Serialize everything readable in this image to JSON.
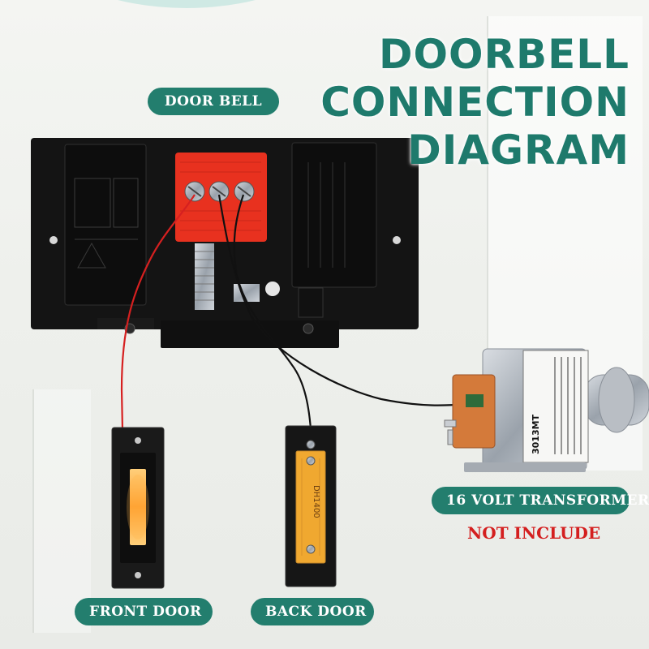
{
  "title": {
    "lines": [
      "DOORBELL",
      "CONNECTION",
      "DIAGRAM"
    ]
  },
  "labels": {
    "door_bell": "DOOR BELL",
    "transformer": "16 VOLT TRANSFORMER",
    "not_include": "NOT INCLUDE",
    "front_door": "FRONT DOOR",
    "back_door": "BACK DOOR"
  },
  "product_markings": {
    "transformer_model": "3013MT",
    "button_model": "DH1400"
  },
  "colors": {
    "accent": "#237e6e",
    "title": "#1e7a6c",
    "warning": "#d41f1f",
    "wire_red": "#d62020",
    "wire_black": "#111111",
    "terminal_block": "#e8311f",
    "button_light": "#ffb347",
    "button_plate_back": "#f0a830"
  }
}
